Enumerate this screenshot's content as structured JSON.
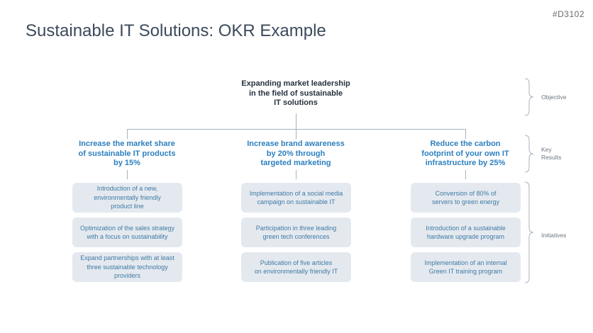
{
  "tag": "#D3102",
  "title": "Sustainable IT Solutions: OKR Example",
  "objective": "Expanding market leadership\nin the field of sustainable\nIT solutions",
  "key_results": [
    "Increase the market share\nof sustainable IT products\nby 15%",
    "Increase brand awareness\nby 20% through\ntargeted marketing",
    "Reduce the carbon\nfootprint of your own IT\ninfrastructure by 25%"
  ],
  "initiatives": [
    [
      "Introduction of a new,\nenvironmentally friendly\nproduct line",
      "Optimization of the sales strategy\nwith a focus on sustainability",
      "Expand partnerships with at least\nthree sustainable technology\nproviders"
    ],
    [
      "Implementation of a social media\ncampaign on sustainable IT",
      "Participation in three leading\ngreen tech conferences",
      "Publication of five articles\non environmentally friendly IT"
    ],
    [
      "Conversion of 80% of\nservers to green energy",
      "Introduction of a sustainable\nhardware upgrade program",
      "Implementation of an internal\nGreen IT training program"
    ]
  ],
  "side_labels": {
    "objective": "Objective",
    "key_results": "Key\nResults",
    "initiatives": "Initiatives"
  },
  "colors": {
    "title": "#3c4a5c",
    "key_result": "#2c7fbf",
    "box_bg": "#e4e9ef",
    "box_text": "#3f7aa5",
    "line": "#a9b2bd"
  }
}
